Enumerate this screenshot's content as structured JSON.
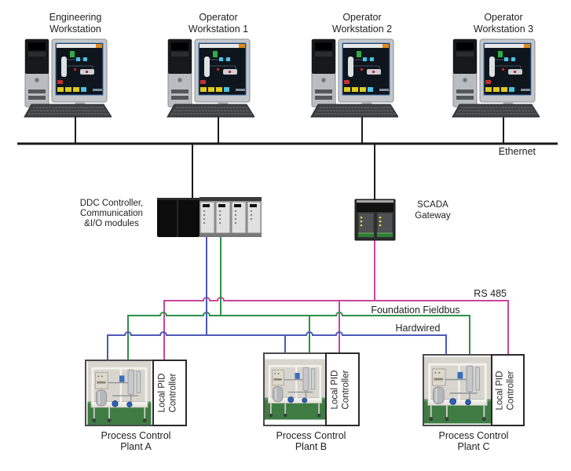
{
  "workstations": [
    {
      "line1": "Engineering",
      "line2": "Workstation"
    },
    {
      "line1": "Operator",
      "line2": "Workstation 1"
    },
    {
      "line1": "Operator",
      "line2": "Workstation 2"
    },
    {
      "line1": "Operator",
      "line2": "Workstation 3"
    }
  ],
  "network": {
    "ethernet_label": "Ethernet"
  },
  "controller": {
    "label_line1": "DDC Controller,",
    "label_line2": "Communication",
    "label_line3": "&I/O modules"
  },
  "gateway": {
    "label_line1": "SCADA",
    "label_line2": "Gateway"
  },
  "bus_labels": {
    "rs485": "RS 485",
    "fieldbus": "Foundation Fieldbus",
    "hardwired": "Hardwired"
  },
  "colors": {
    "ethernet": "#1a1a1a",
    "rs485": "#c9479b",
    "fieldbus": "#2e9048",
    "hardwired": "#4a5ab5"
  },
  "icons": {
    "workstation": "desktop-computer-icon",
    "controller": "plc-rack-icon",
    "gateway": "comm-module-icon",
    "plant": "process-rig-photo"
  },
  "plants": [
    {
      "pid_line1": "Local PID",
      "pid_line2": "Controller",
      "caption_line1": "Process Control",
      "caption_line2": "Plant A"
    },
    {
      "pid_line1": "Local PID",
      "pid_line2": "Controller",
      "caption_line1": "Process Control",
      "caption_line2": "Plant B"
    },
    {
      "pid_line1": "Local PID",
      "pid_line2": "Controller",
      "caption_line1": "Process Control",
      "caption_line2": "Plant C"
    }
  ]
}
